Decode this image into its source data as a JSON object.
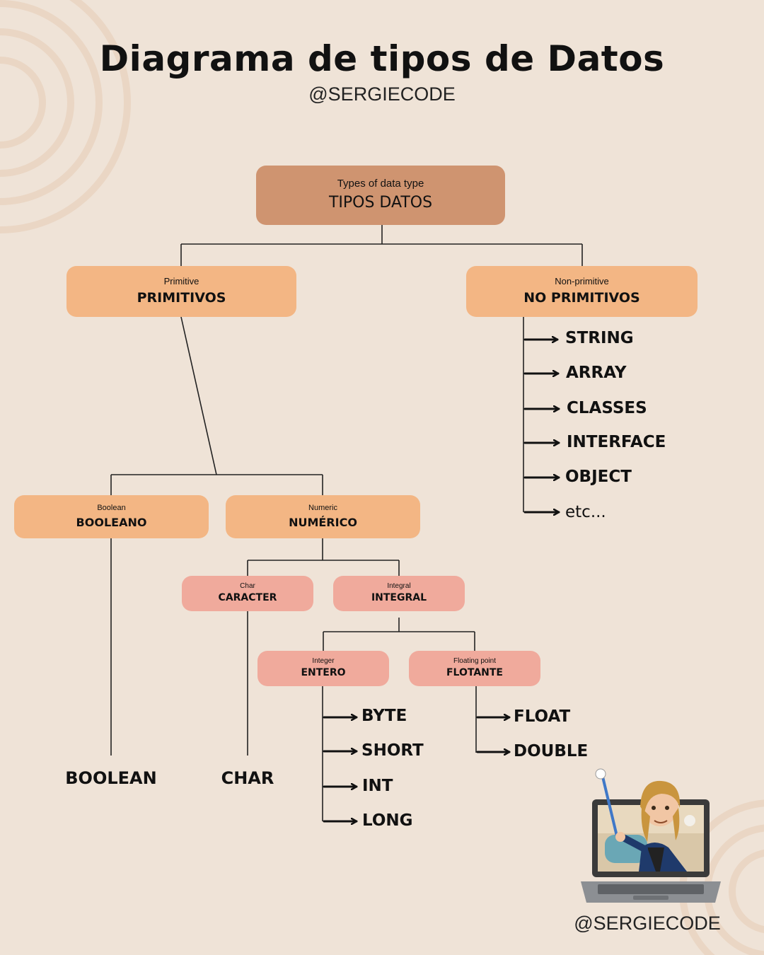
{
  "header": {
    "title": "Diagrama de tipos de Datos",
    "subtitle": "@SERGIECODE"
  },
  "nodes": {
    "root": {
      "sub": "Types of data type",
      "main": "TIPOS DATOS"
    },
    "primitive": {
      "sub": "Primitive",
      "main": "PRIMITIVOS"
    },
    "non_primitive": {
      "sub": "Non-primitive",
      "main": "NO PRIMITIVOS"
    },
    "boolean": {
      "sub": "Boolean",
      "main": "BOOLEANO"
    },
    "numeric": {
      "sub": "Numeric",
      "main": "NUMÉRICO"
    },
    "char": {
      "sub": "Char",
      "main": "CARACTER"
    },
    "integral": {
      "sub": "Integral",
      "main": "INTEGRAL"
    },
    "integer": {
      "sub": "Integer",
      "main": "ENTERO"
    },
    "floating": {
      "sub": "Floating point",
      "main": "FLOTANTE"
    }
  },
  "non_primitive_types": [
    "STRING",
    "ARRAY",
    "CLASSES",
    "INTERFACE",
    "OBJECT",
    "etc..."
  ],
  "integer_types": [
    "BYTE",
    "SHORT",
    "INT",
    "LONG"
  ],
  "floating_types": [
    "FLOAT",
    "DOUBLE"
  ],
  "boolean_type": "BOOLEAN",
  "char_type": "CHAR",
  "footer": {
    "handle": "@SERGIECODE",
    "avatar_icon": "teacher-avatar-laptop-icon"
  },
  "colors": {
    "background": "#efe3d7",
    "root_box": "#cf9470",
    "level_box": "#f3b684",
    "sub_box": "#f0aa9c",
    "line": "#222222"
  }
}
